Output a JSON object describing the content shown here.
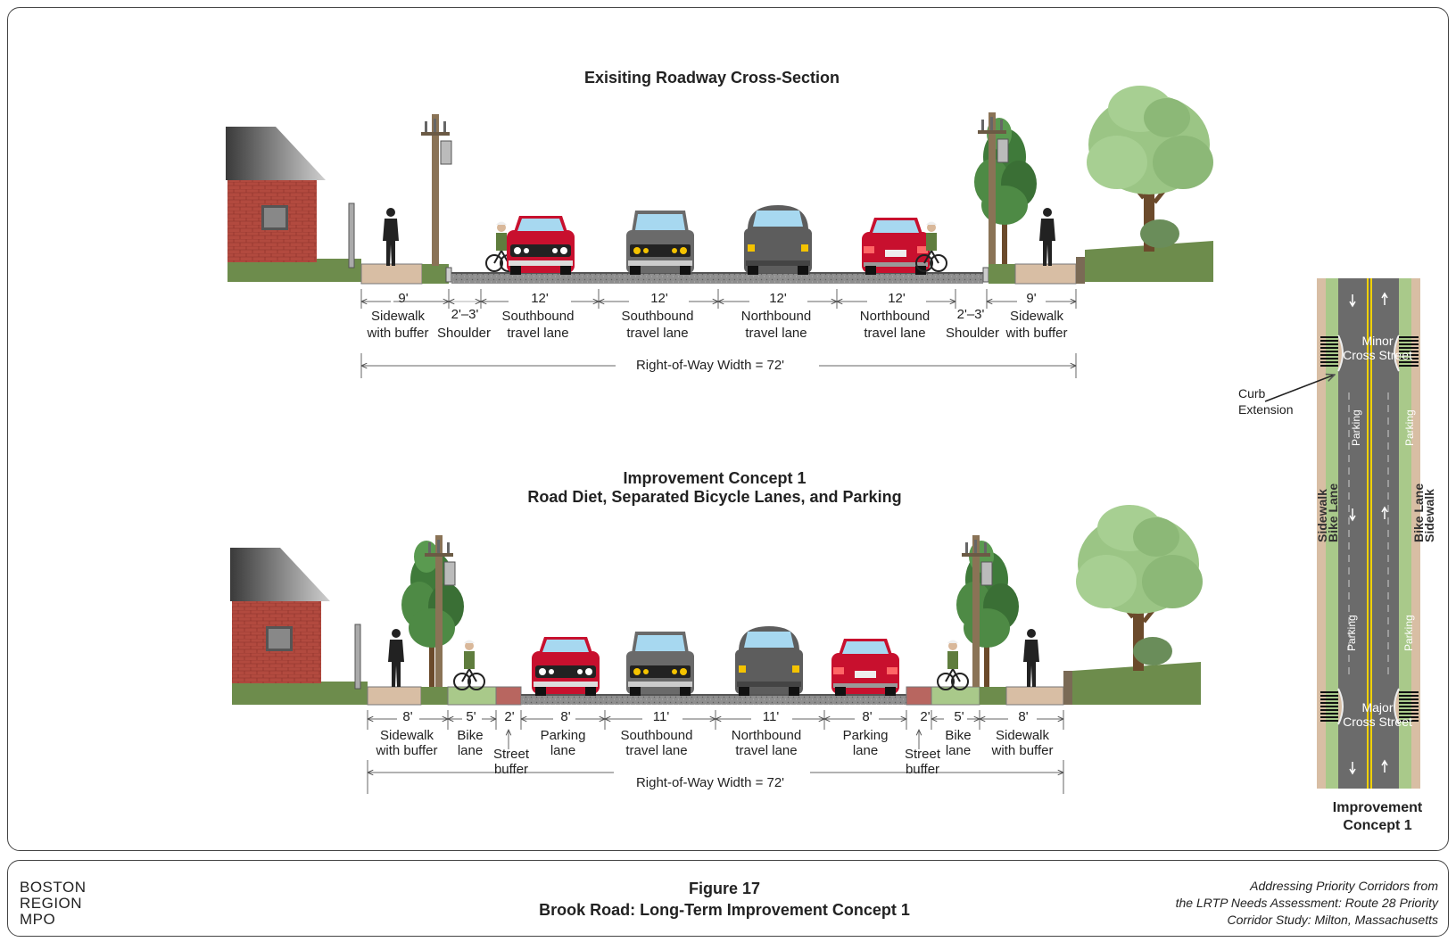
{
  "sections": {
    "existing": {
      "title": "Exisiting Roadway Cross-Section",
      "segments": [
        {
          "dim": "9'",
          "label": "Sidewalk\nwith buffer"
        },
        {
          "dim": "2'–3'",
          "label": "Shoulder"
        },
        {
          "dim": "12'",
          "label": "Southbound\ntravel lane"
        },
        {
          "dim": "12'",
          "label": "Southbound\ntravel lane"
        },
        {
          "dim": "12'",
          "label": "Northbound\ntravel lane"
        },
        {
          "dim": "12'",
          "label": "Northbound\ntravel lane"
        },
        {
          "dim": "2'–3'",
          "label": "Shoulder"
        },
        {
          "dim": "9'",
          "label": "Sidewalk\nwith buffer"
        }
      ],
      "row_width": "Right-of-Way Width = 72'"
    },
    "concept": {
      "title_line1": "Improvement Concept 1",
      "title_line2": "Road Diet, Separated Bicycle Lanes, and Parking",
      "segments": [
        {
          "dim": "8'",
          "label": "Sidewalk\nwith buffer"
        },
        {
          "dim": "5'",
          "label": "Bike\nlane"
        },
        {
          "dim": "2'",
          "label": "Street\nbuffer"
        },
        {
          "dim": "8'",
          "label": "Parking\nlane"
        },
        {
          "dim": "11'",
          "label": "Southbound\ntravel lane"
        },
        {
          "dim": "11'",
          "label": "Northbound\ntravel lane"
        },
        {
          "dim": "8'",
          "label": "Parking\nlane"
        },
        {
          "dim": "2'",
          "label": "Street\nbuffer"
        },
        {
          "dim": "5'",
          "label": "Bike\nlane"
        },
        {
          "dim": "8'",
          "label": "Sidewalk\nwith buffer"
        }
      ],
      "row_width": "Right-of-Way Width = 72'"
    }
  },
  "plan": {
    "minor_street": "Minor\nCross Street",
    "major_street": "Major\nCross Street",
    "curb_extension": "Curb\nExtension",
    "parking": "Parking",
    "sidewalk": "Sidewalk",
    "bike_lane": "Bike Lane",
    "caption": "Improvement\nConcept 1"
  },
  "footer": {
    "org": "BOSTON\nREGION\nMPO",
    "figure_number": "Figure 17",
    "figure_title": "Brook Road: Long-Term Improvement Concept 1",
    "study": "Addressing Priority Corridors from\nthe LRTP Needs Assessment: Route 28 Priority\nCorridor Study: Milton, Massachusetts"
  },
  "colors": {
    "road": "#8a8a8a",
    "sidewalk": "#d8bea4",
    "grass": "#6d8c4c",
    "bike_lane": "#a9c98a",
    "street_buffer": "#b86660",
    "car_red": "#c8102e",
    "brick": "#b24a3f"
  }
}
